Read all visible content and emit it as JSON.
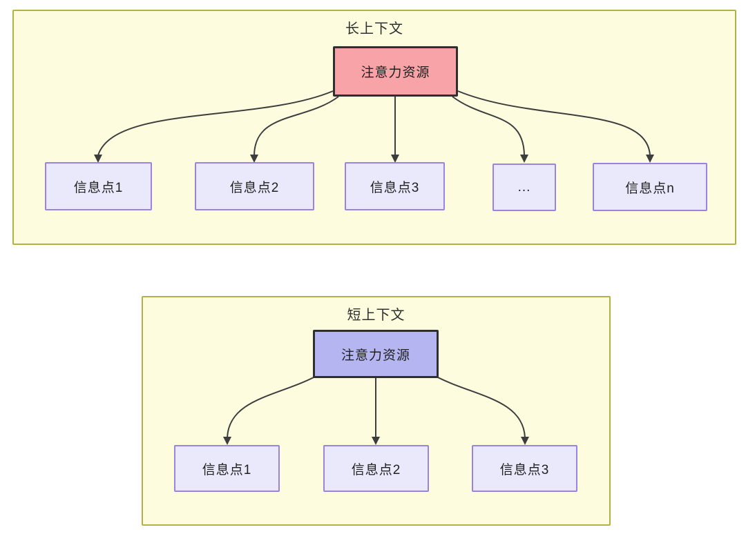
{
  "diagrams": {
    "long": {
      "title": "长上下文",
      "root_label": "注意力资源",
      "nodes": [
        "信息点1",
        "信息点2",
        "信息点3",
        "...",
        "信息点n"
      ]
    },
    "short": {
      "title": "短上下文",
      "root_label": "注意力资源",
      "nodes": [
        "信息点1",
        "信息点2",
        "信息点3"
      ]
    }
  },
  "colors": {
    "panel_fill": "#fdfcdf",
    "panel_border": "#b3b145",
    "long_root_fill": "#f8a3a8",
    "short_root_fill": "#b5b5f2",
    "root_border": "#2f2f2f",
    "info_node_fill": "#e9e9fb",
    "info_node_border": "#9b82df",
    "arrow": "#3d3d3d",
    "text": "#1f1f1f"
  }
}
